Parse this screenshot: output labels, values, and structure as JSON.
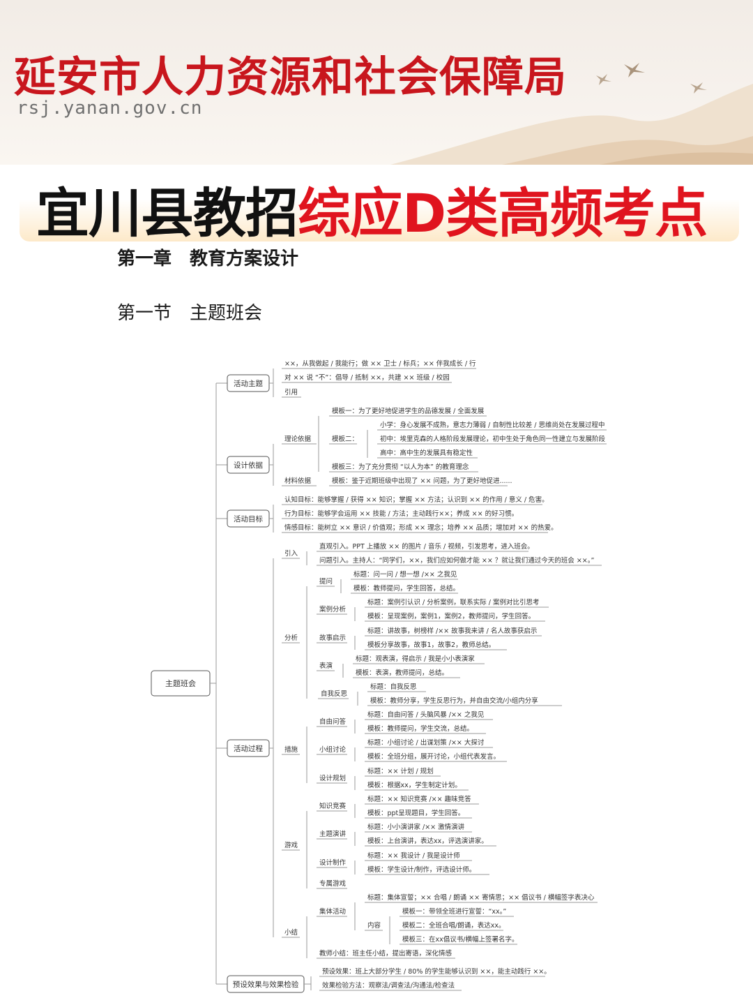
{
  "banner": {
    "org_name": "延安市人力资源和社会保障局",
    "url": "rsj.yanan.gov.cn"
  },
  "title": {
    "black": "宜川县教招",
    "red": "综应D类高频考点"
  },
  "chapter": {
    "label": "第一章",
    "title": "教育方案设计"
  },
  "section": {
    "label": "第一节",
    "title": "主题班会"
  },
  "mindmap": {
    "root": "主题班会",
    "branches": {
      "activity_theme": {
        "label": "活动主题",
        "items": [
          "××，从我做起 / 我能行；做 ×× 卫士 / 标兵；×× 伴我成长 / 行",
          "对 ×× 说 “不”：倡导 / 抵制 ××，共建 ×× 班级 / 校园",
          "引用"
        ]
      },
      "design_basis": {
        "label": "设计依据",
        "theory": {
          "label": "理论依据",
          "template1": "模板一：为了更好地促进学生的品德发展 / 全面发展",
          "template2": {
            "label": "模板二：",
            "primary": "小学：身心发展不成熟，意志力薄弱 / 自制性比较差 / 思维尚处在发展过程中",
            "junior": "初中：埃里克森的人格阶段发展理论，初中生处于角色同一性建立与发展阶段",
            "senior": "高中：高中生的发展具有稳定性"
          },
          "template3": "模板三：为了充分贯彻 “以人为本” 的教育理念"
        },
        "material": {
          "label": "材料依据",
          "text": "模板：鉴于近期班级中出现了 ×× 问题，为了更好地促进......"
        }
      },
      "goals": {
        "label": "活动目标",
        "items": [
          "认知目标：能够掌握 / 获得 ×× 知识；掌握 ×× 方法；认识到 ×× 的作用 / 意义 / 危害。",
          "行为目标：能够学会运用 ×× 技能 / 方法；主动践行××；养成 ×× 的好习惯。",
          "情感目标：能树立 ×× 意识 / 价值观；形成 ×× 理念；培养 ×× 品质；增加对 ×× 的热爱。"
        ]
      },
      "process": {
        "label": "活动过程",
        "intro": {
          "label": "引入",
          "items": [
            "直观引入。PPT 上播放 ×× 的图片 / 音乐 / 视频，引发思考，进入班会。",
            "问题引入。主持人：“同学们，××，我们应如何做才能 ×× ？就让我们通过今天的班会 ××。”"
          ]
        },
        "analysis": {
          "label": "分析",
          "question": {
            "label": "提问",
            "title": "标题：问一问 / 想一想 /×× 之我见",
            "template": "模板：教师提问，学生回答，总结。"
          },
          "case": {
            "label": "案例分析",
            "title": "标题：案例引认识 / 分析案例，联系实际 / 案例对比引思考",
            "template": "模板：呈现案例，案例1，案例2，教师提问，学生回答。"
          },
          "story": {
            "label": "故事启示",
            "title": "标题：讲故事，树榜样 /×× 故事我来讲 / 名人故事获启示",
            "template": "模板分享故事，故事1，故事2，教师总结。"
          },
          "perform": {
            "label": "表演",
            "title": "标题：观表演，得启示 / 我是小小表演家",
            "template": "模板：表演，教师提问，总结。"
          },
          "reflect": {
            "label": "自我反思",
            "title": "标题：自我反思",
            "template": "模板：教师分享，学生反思行为，并自由交流/小组内分享"
          }
        },
        "measures": {
          "label": "措施",
          "free": {
            "label": "自由问答",
            "title": "标题：自由问答 / 头脑风暴 /×× 之我见",
            "template": "模板：教师提问，学生交流，总结。"
          },
          "group": {
            "label": "小组讨论",
            "title": "标题：小组讨论 / 出谋划策 /×× 大探讨",
            "template": "模板：全班分组，展开讨论，小组代表发言。"
          },
          "plan": {
            "label": "设计规划",
            "title": "标题：×× 计划 / 规划",
            "template": "模板：根据xx，学生制定计划。"
          }
        },
        "games": {
          "label": "游戏",
          "quiz": {
            "label": "知识竞赛",
            "title": "标题：×× 知识竞赛 /×× 趣味竞答",
            "template": "模板：ppt呈现题目，学生回答。"
          },
          "speech": {
            "label": "主题演讲",
            "title": "标题：小小演讲家 /×× 激情演讲",
            "template": "模板：上台演讲，表达xx，评选演讲家。"
          },
          "design": {
            "label": "设计制作",
            "title": "标题：×× 我设计 / 我是设计师",
            "template": "模板：学生设计/制作，评选设计师。"
          },
          "special": {
            "label": "专属游戏"
          }
        },
        "summary": {
          "label": "小结",
          "collective": {
            "label": "集体活动",
            "title": "标题：集体宣誓；×× 合唱 / 朗诵 ×× 寄情思；×× 倡议书 / 横幅签字表决心",
            "content": {
              "label": "内容",
              "items": [
                "模板一：带领全班进行宣誓：“xx。”",
                "模板二：全班合唱/朗诵，表达xx。",
                "模板三：在xx倡议书/横幅上签署名字。"
              ]
            }
          },
          "teacher": "教师小结：班主任小结，提出寄语，深化情感"
        }
      },
      "evaluation": {
        "label": "预设效果与效果检验",
        "items": [
          "预设效果：班上大部分学生 / 80% 的学生能够认识到 ××，能主动践行 ××。",
          "效果检验方法：观察法/调查法/沟通法/检查法"
        ]
      }
    }
  }
}
